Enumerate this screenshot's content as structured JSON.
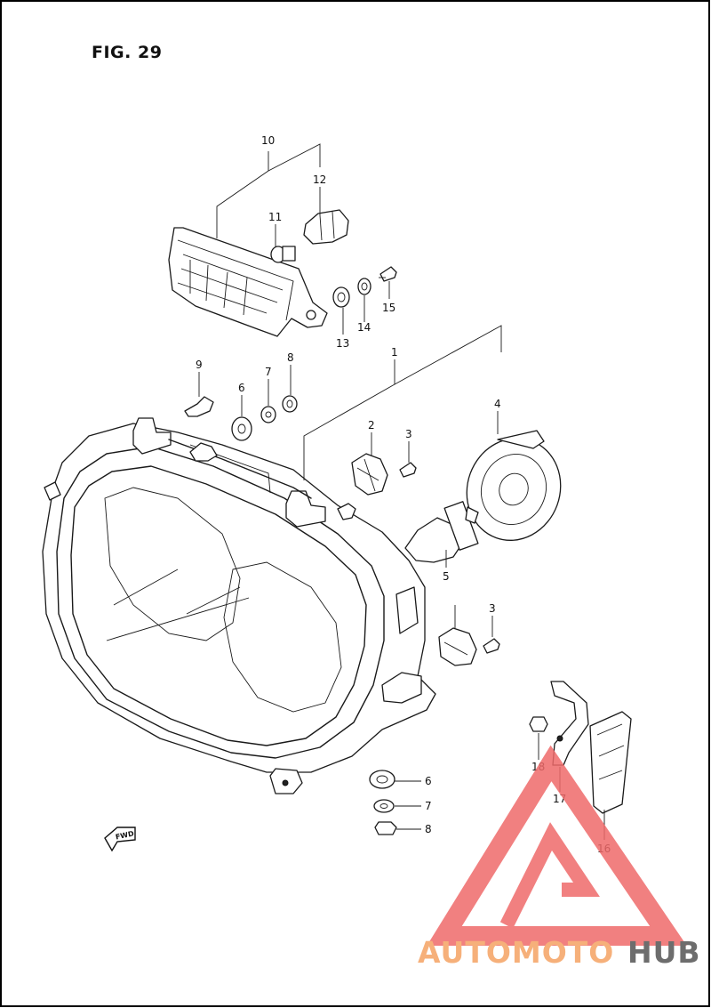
{
  "figure": {
    "title": "FIG. 29"
  },
  "callouts": [
    {
      "id": "c1",
      "label": "1"
    },
    {
      "id": "c2",
      "label": "2"
    },
    {
      "id": "c3a",
      "label": "3"
    },
    {
      "id": "c3b",
      "label": "3"
    },
    {
      "id": "c4",
      "label": "4"
    },
    {
      "id": "c5",
      "label": "5"
    },
    {
      "id": "c6a",
      "label": "6"
    },
    {
      "id": "c6b",
      "label": "6"
    },
    {
      "id": "c7a",
      "label": "7"
    },
    {
      "id": "c7b",
      "label": "7"
    },
    {
      "id": "c8a",
      "label": "8"
    },
    {
      "id": "c8b",
      "label": "8"
    },
    {
      "id": "c9",
      "label": "9"
    },
    {
      "id": "c10",
      "label": "10"
    },
    {
      "id": "c11",
      "label": "11"
    },
    {
      "id": "c12",
      "label": "12"
    },
    {
      "id": "c13",
      "label": "13"
    },
    {
      "id": "c14",
      "label": "14"
    },
    {
      "id": "c15",
      "label": "15"
    },
    {
      "id": "c16",
      "label": "16"
    },
    {
      "id": "c17",
      "label": "17"
    },
    {
      "id": "c18",
      "label": "18"
    }
  ],
  "fwd_arrow": {
    "label": "FWD"
  },
  "watermark": {
    "text_part1": "AUTOMOTO",
    "text_part2": "HUB",
    "colors": {
      "accent": "#ef6a6a",
      "accent_light": "#f6b07a",
      "dark": "#6d6d6d"
    }
  }
}
